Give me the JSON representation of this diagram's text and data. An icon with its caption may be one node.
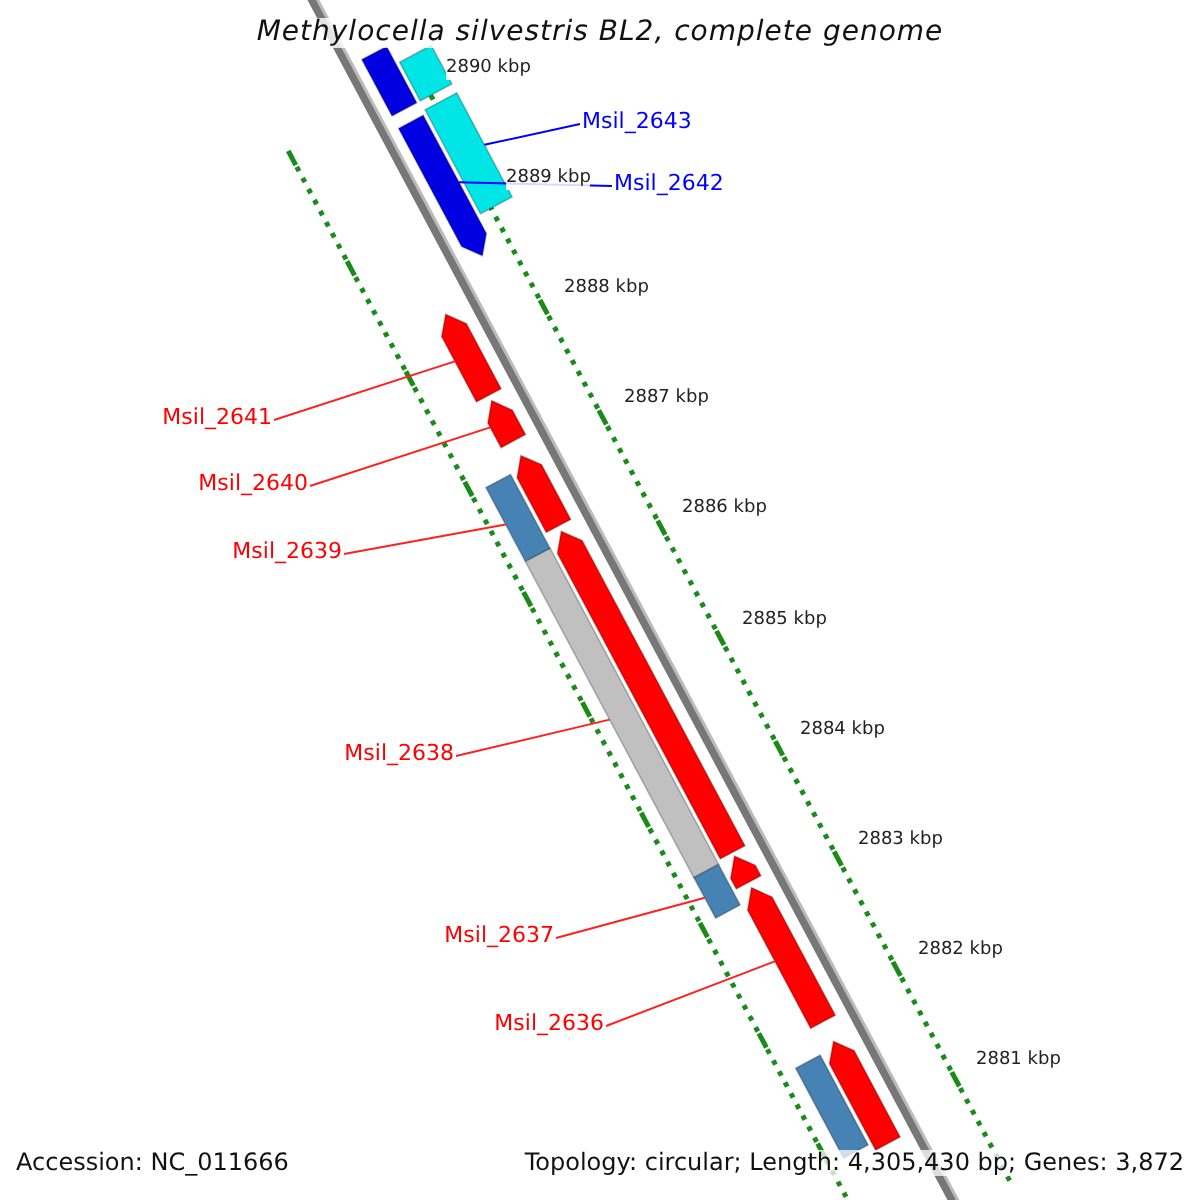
{
  "diagram": {
    "title": "Methylocella silvestris BL2, complete genome",
    "nodes": [
      {
        "text": [
          "Msil_2643"
        ]
      },
      {
        "text": [
          "Msil_2642"
        ]
      },
      {
        "text": [
          "Msil_2641"
        ]
      },
      {
        "text": [
          "Msil_2640"
        ]
      },
      {
        "text": [
          "Msil_2639"
        ]
      },
      {
        "text": [
          "Msil_2638"
        ]
      },
      {
        "text": [
          "Msil_2637"
        ]
      },
      {
        "text": [
          "Msil_2636"
        ]
      },
      {
        "text": [],
        "shape": "bar"
      },
      {
        "text": [],
        "shape": "bar"
      },
      {
        "text": [],
        "shape": "bar"
      },
      {
        "text": [],
        "shape": "pentagon"
      },
      {
        "text": [],
        "shape": "pentagon"
      },
      {
        "text": [],
        "shape": "pentagon"
      },
      {
        "text": [],
        "shape": "pentagon"
      },
      {
        "text": [],
        "shape": "bar"
      },
      {
        "text": [],
        "shape": "pentagon"
      },
      {
        "text": [],
        "shape": "bar"
      },
      {
        "text": [],
        "shape": "bar"
      },
      {
        "text": [],
        "shape": "pentagon"
      },
      {
        "text": [],
        "shape": "pentagon"
      },
      {
        "text": [],
        "shape": "pentagon"
      },
      {
        "text": [],
        "shape": "bar"
      }
    ],
    "edges": [
      {
        "from": 0,
        "to": 10,
        "arrow": "none",
        "color": "#0000ff"
      },
      {
        "from": 1,
        "to": 11,
        "arrow": "none",
        "color": "#0000ff"
      },
      {
        "from": 2,
        "to": 12,
        "arrow": "none"
      },
      {
        "from": 3,
        "to": 13,
        "arrow": "none"
      },
      {
        "from": 4,
        "to": 15,
        "arrow": "none"
      },
      {
        "from": 5,
        "to": 17,
        "arrow": "none"
      },
      {
        "from": 6,
        "to": 18,
        "arrow": "none"
      },
      {
        "from": 7,
        "to": 20,
        "arrow": "none"
      }
    ],
    "labels": [
      "2890 kbp",
      "2889 kbp",
      "2888 kbp",
      "2887 kbp",
      "2886 kbp",
      "2885 kbp",
      "2884 kbp",
      "2883 kbp",
      "2882 kbp",
      "2881 kbp",
      "Accession: NC_011666",
      "Topology: circular; Length: 4,305,430 bp; Genes: 3,872"
    ]
  }
}
